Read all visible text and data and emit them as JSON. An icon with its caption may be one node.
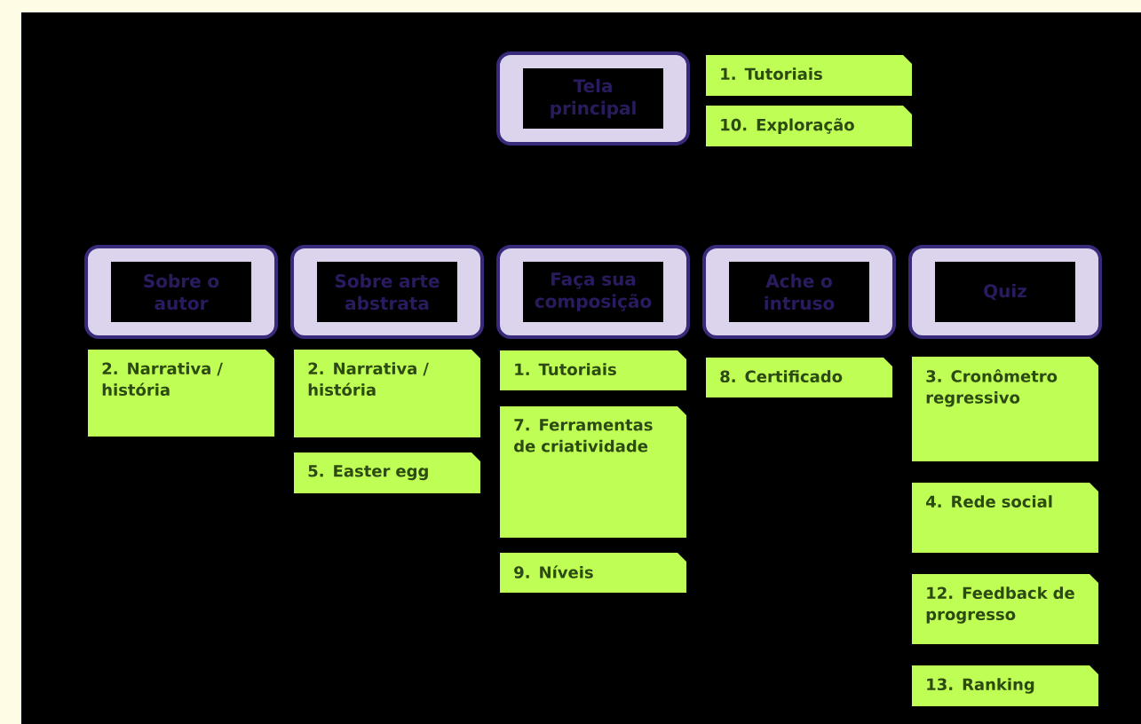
{
  "diagram": {
    "nodes": [
      {
        "text": [
          "Tela principal"
        ]
      },
      {
        "text": [
          "1. Tutoriais"
        ]
      },
      {
        "text": [
          "10. Exploração"
        ]
      },
      {
        "text": [
          "Sobre o autor"
        ]
      },
      {
        "text": [
          "Sobre arte abstrata"
        ]
      },
      {
        "text": [
          "Faça sua composição"
        ]
      },
      {
        "text": [
          "Ache o intruso"
        ]
      },
      {
        "text": [
          "Quiz"
        ]
      },
      {
        "text": [
          "2. Narrativa / história"
        ]
      },
      {
        "text": [
          "2. Narrativa / história"
        ]
      },
      {
        "text": [
          "5. Easter egg"
        ]
      },
      {
        "text": [
          "1. Tutoriais"
        ]
      },
      {
        "text": [
          "7. Ferramentas de criatividade"
        ]
      },
      {
        "text": [
          "9. Níveis"
        ]
      },
      {
        "text": [
          "8. Certificado"
        ]
      },
      {
        "text": [
          "3. Cronômetro regressivo"
        ]
      },
      {
        "text": [
          "4. Rede social"
        ]
      },
      {
        "text": [
          "12. Feedback de progresso"
        ]
      },
      {
        "text": [
          "13. Ranking"
        ]
      }
    ]
  }
}
